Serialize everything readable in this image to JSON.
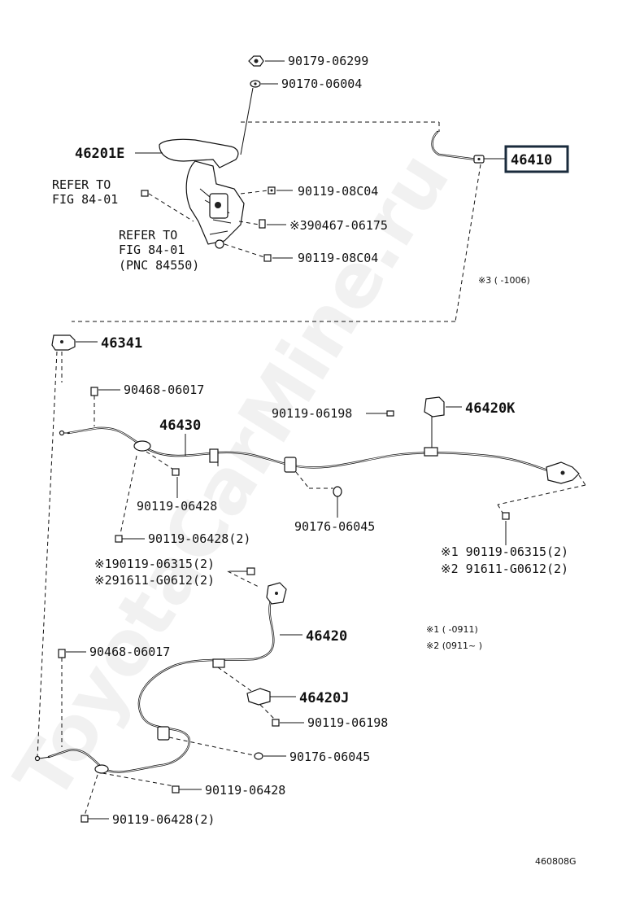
{
  "watermark": "ToyotaCarMine.ru",
  "footer_code": "460808G",
  "highlight": {
    "number": "46410"
  },
  "refer_upper": [
    "REFER TO",
    "FIG 84-01"
  ],
  "refer_lower": [
    "REFER TO",
    "FIG 84-01",
    "(PNC 84550)"
  ],
  "parts": {
    "p_90179_06299": "90179-06299",
    "p_90170_06004": "90170-06004",
    "p_46201e": "46201E",
    "p_90119_08c04_a": "90119-08C04",
    "p_90467_06175": "※390467-06175",
    "p_90119_08c04_b": "90119-08C04",
    "p_46341": "46341",
    "p_90468_06017_a": "90468-06017",
    "p_46430": "46430",
    "p_90119_06198_a": "90119-06198",
    "p_46420k": "46420K",
    "p_90119_06428_a": "90119-06428",
    "p_90176_06045_a": "90176-06045",
    "p_90119_06428_2a": "90119-06428(2)",
    "p_90119_06315_r": "※1 90119-06315(2)",
    "p_91611_g0612_r": "※2 91611-G0612(2)",
    "p_90119_06315_l": "※190119-06315(2)",
    "p_91611_g0612_l": "※291611-G0612(2)",
    "p_46420": "46420",
    "p_90468_06017_b": "90468-06017",
    "p_46420j": "46420J",
    "p_90119_06198_b": "90119-06198",
    "p_90176_06045_b": "90176-06045",
    "p_90119_06428_b": "90119-06428",
    "p_90119_06428_2b": "90119-06428(2)"
  },
  "notes": {
    "n3": "※3 (    -1006)",
    "n1": "※1 (    -0911)",
    "n2": "※2 (0911~    )"
  }
}
